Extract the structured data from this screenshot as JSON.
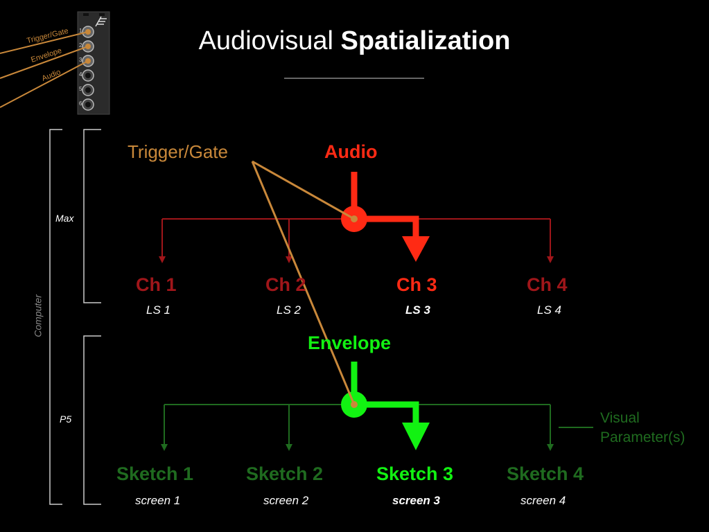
{
  "title": {
    "normal": "Audiovisual",
    "bold": "Spatialization"
  },
  "module": {
    "labels": [
      "Trigger/Gate",
      "Envelope",
      "Audio"
    ],
    "jack_numbers": [
      "1",
      "2",
      "3",
      "4",
      "5",
      "6"
    ]
  },
  "brackets": {
    "computer": "Computer",
    "max": "Max",
    "p5": "P5"
  },
  "inputs": {
    "trigger": "Trigger/Gate",
    "audio": "Audio",
    "envelope": "Envelope"
  },
  "channels": [
    {
      "name": "Ch 1",
      "ls": "LS 1"
    },
    {
      "name": "Ch 2",
      "ls": "LS 2"
    },
    {
      "name": "Ch 3",
      "ls": "LS 3"
    },
    {
      "name": "Ch 4",
      "ls": "LS 4"
    }
  ],
  "sketches": [
    {
      "name": "Sketch 1",
      "screen": "screen 1"
    },
    {
      "name": "Sketch 2",
      "screen": "screen 2"
    },
    {
      "name": "Sketch 3",
      "screen": "screen 3"
    },
    {
      "name": "Sketch 4",
      "screen": "screen 4"
    }
  ],
  "visual_params": {
    "line1": "Visual",
    "line2": "Parameter(s)"
  },
  "colors": {
    "audio_active": "#ff2a14",
    "audio_dim": "#a0161a",
    "envelope_active": "#12f212",
    "envelope_dim": "#1f6b1f",
    "trigger": "#c9883a",
    "bracket": "#cccccc"
  }
}
